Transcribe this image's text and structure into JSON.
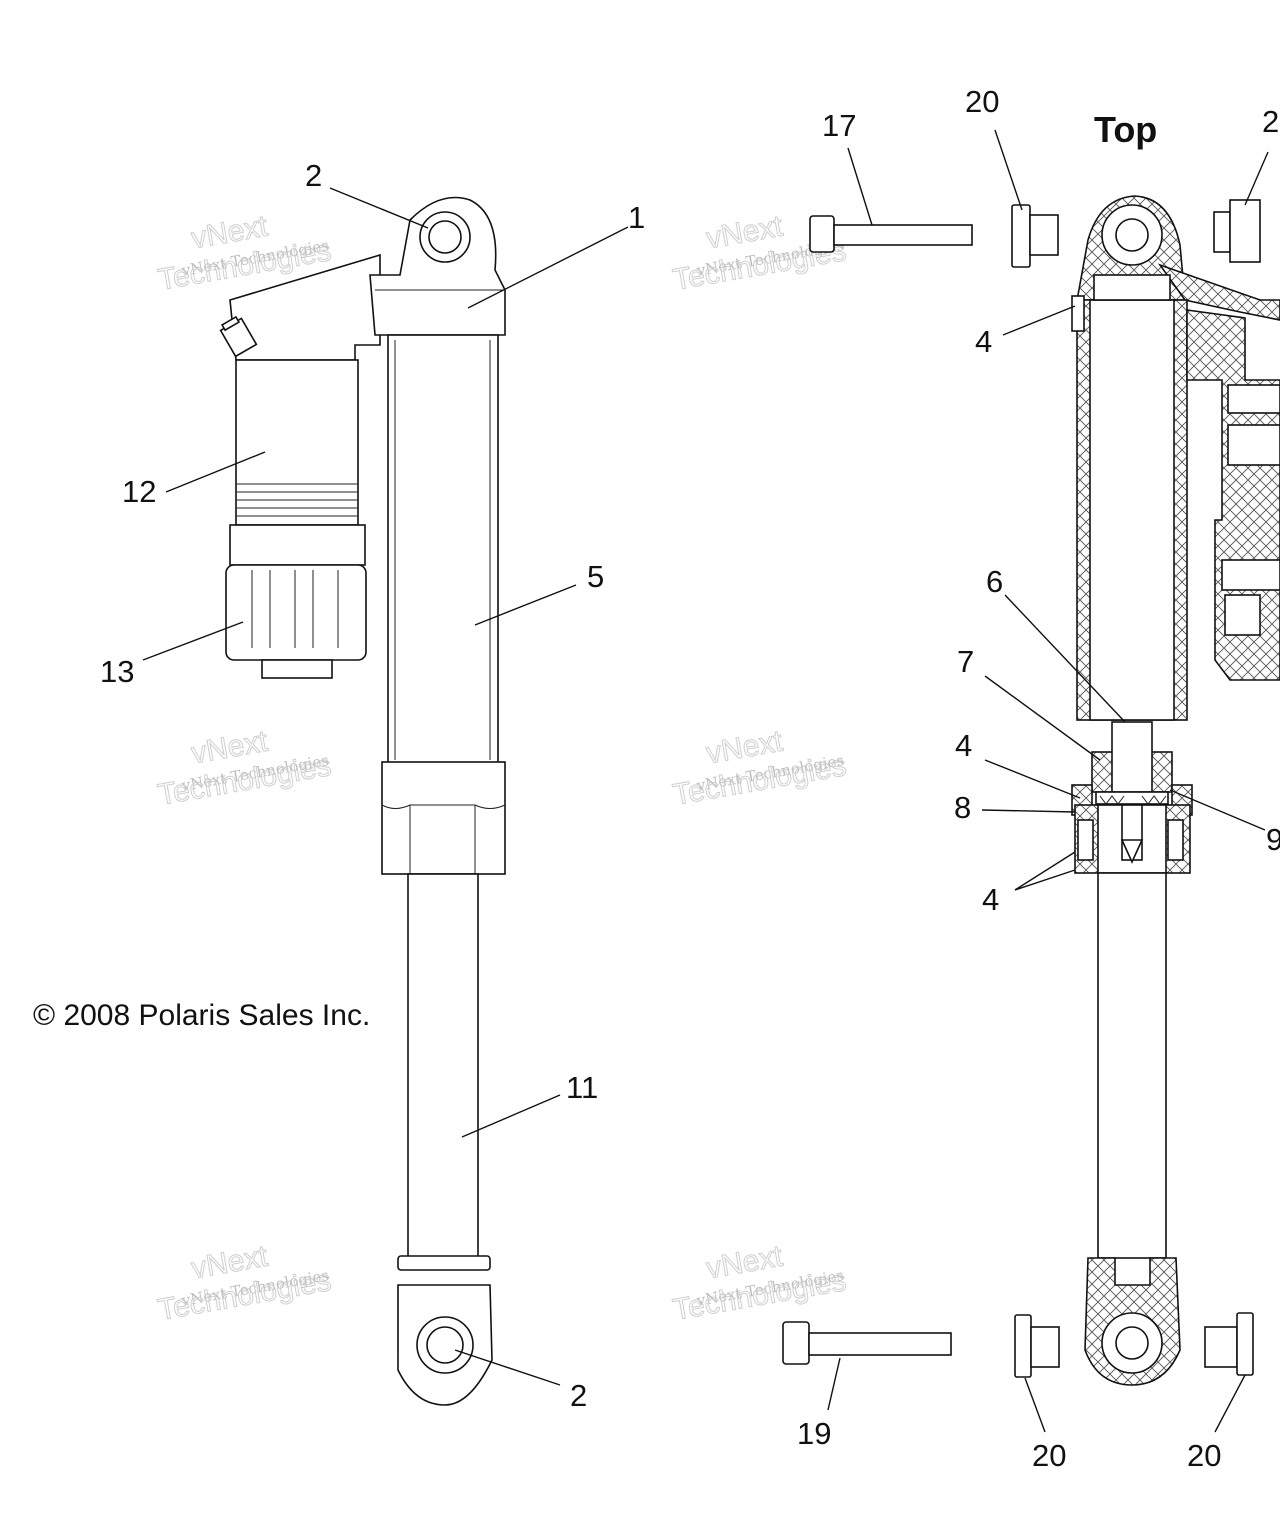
{
  "heading": "Top",
  "copyright": "© 2008 Polaris Sales Inc.",
  "watermark": {
    "line1": "vNext Technologies",
    "line2": "vNext",
    "line3": "Technologies"
  },
  "callouts": {
    "c1": "1",
    "c2a": "2",
    "c2b": "2",
    "c5": "5",
    "c11": "11",
    "c12": "12",
    "c13": "13",
    "c17": "17",
    "c19": "19",
    "c20a": "20",
    "c20b": "20",
    "c20c": "20",
    "c2c": "2",
    "c4a": "4",
    "c4b": "4",
    "c4c": "4",
    "c6": "6",
    "c7": "7",
    "c8": "8",
    "c9": "9"
  }
}
